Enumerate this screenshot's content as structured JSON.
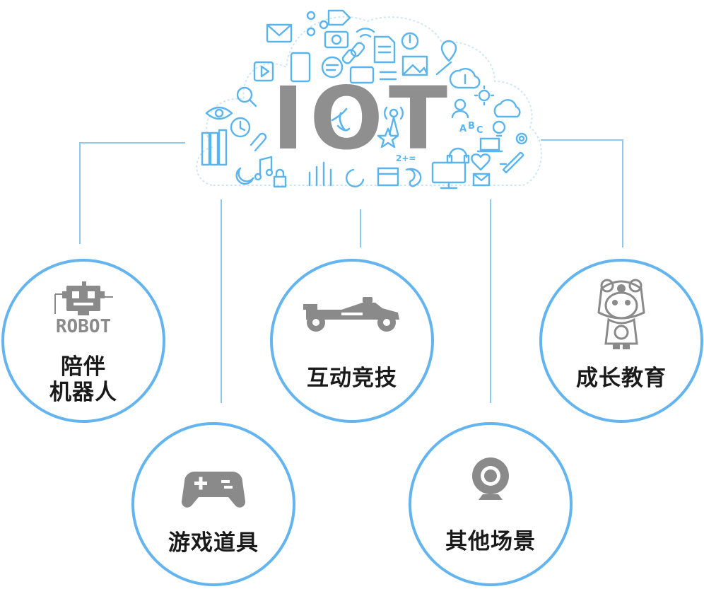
{
  "cloud": {
    "title": "IOT"
  },
  "nodes": [
    {
      "id": "robot",
      "label_line1": "陪伴",
      "label_line2": "机器人",
      "icon": "robot-icon",
      "icon_text": "ROBOT"
    },
    {
      "id": "racing",
      "label": "互动竞技",
      "icon": "race-car-icon"
    },
    {
      "id": "education",
      "label": "成长教育",
      "icon": "cartoon-mascot-icon"
    },
    {
      "id": "games",
      "label": "游戏道具",
      "icon": "gamepad-icon"
    },
    {
      "id": "other",
      "label": "其他场景",
      "icon": "webcam-icon"
    }
  ],
  "colors": {
    "circle_border": "#64b4f0",
    "connector": "#8ec8ee",
    "cloud_icons": "#5ab4ee",
    "iot_text": "#8f8f8f",
    "node_icon": "#8a8a8a",
    "label": "#1a1a1a"
  }
}
